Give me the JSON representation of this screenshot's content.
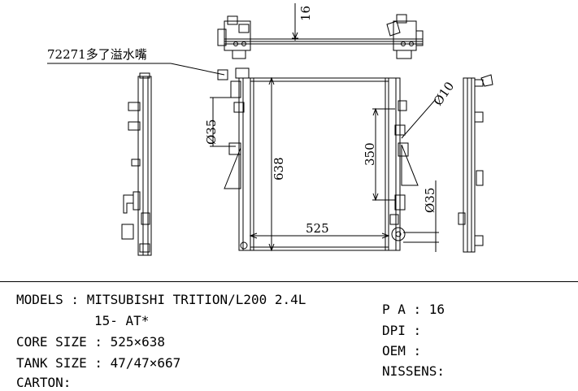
{
  "drawing": {
    "callout": "72271多了溢水嘴",
    "dims": {
      "top_offset": "16",
      "pipe_right": "Ø10",
      "pipe_left": "Ø35",
      "pipe_right_lower": "Ø35",
      "height": "638",
      "inner_height": "350",
      "width": "525"
    }
  },
  "specs": {
    "models_line1": "MODELS : MITSUBISHI TRITION/L200 2.4L",
    "models_line2": "15- AT*",
    "core_size": "CORE SIZE : 525×638",
    "tank_size": "TANK SIZE : 47/47×667",
    "carton": "CARTON:",
    "pa": "P A : 16",
    "dpi": "DPI :",
    "oem": "OEM :",
    "nissens": "NISSENS:"
  }
}
